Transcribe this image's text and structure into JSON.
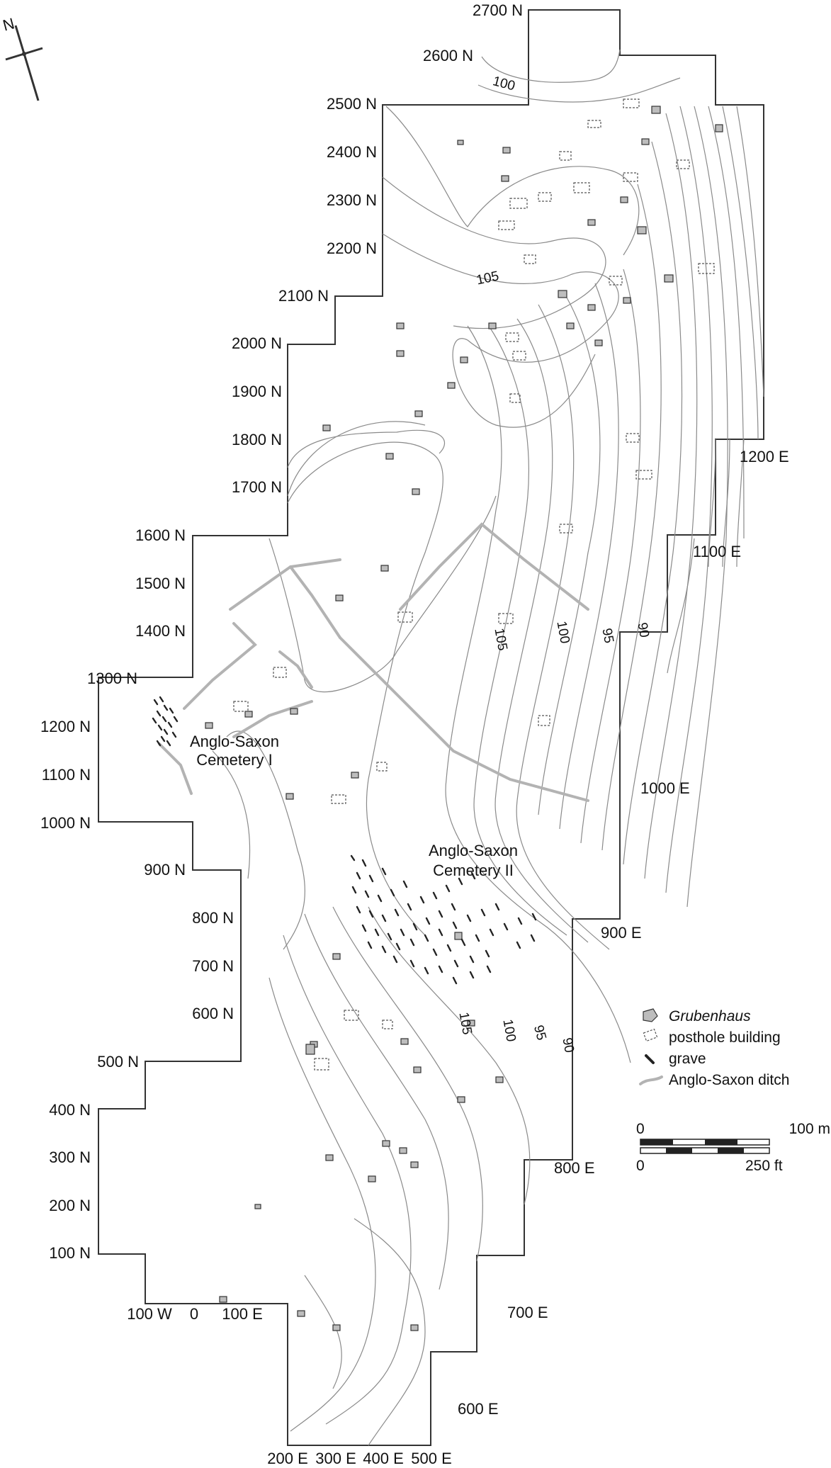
{
  "north_arrow": {
    "label": "N",
    "icon": "north-arrow-icon"
  },
  "grid_labels": {
    "northing": [
      "2700 N",
      "2600 N",
      "2500 N",
      "2400 N",
      "2300 N",
      "2200 N",
      "2100 N",
      "2000 N",
      "1900 N",
      "1800 N",
      "1700 N",
      "1600 N",
      "1500 N",
      "1400 N",
      "1300 N",
      "1200 N",
      "1100 N",
      "1000 N",
      "900 N",
      "800 N",
      "700 N",
      "600 N",
      "500 N",
      "400 N",
      "300 N",
      "200 N",
      "100 N"
    ],
    "easting_bottom": [
      "100 W",
      "0",
      "100 E",
      "200 E",
      "300 E",
      "400 E",
      "500 E"
    ],
    "easting_side": [
      "1200 E",
      "1100 E",
      "1000 E",
      "900 E",
      "800 E",
      "700 E",
      "600 E"
    ]
  },
  "contour_labels": [
    "100",
    "105",
    "105",
    "100",
    "95",
    "90",
    "105",
    "100",
    "95",
    "90"
  ],
  "site_labels": {
    "cemetery_1": [
      "Anglo-Saxon",
      "Cemetery I"
    ],
    "cemetery_2": [
      "Anglo-Saxon",
      "Cemetery II"
    ]
  },
  "legend": [
    {
      "label": "Grubenhaus",
      "icon": "grubenhaus-icon",
      "italic": true
    },
    {
      "label": "posthole building",
      "icon": "posthole-building-icon"
    },
    {
      "label": "grave",
      "icon": "grave-icon"
    },
    {
      "label": "Anglo-Saxon ditch",
      "icon": "ditch-icon"
    }
  ],
  "scale_bars": {
    "metric": {
      "start": "0",
      "end": "100 m"
    },
    "imperial": {
      "start": "0",
      "end": "250 ft"
    }
  },
  "colors": {
    "outline": "#333333",
    "contour": "#8a8a8a",
    "ditch": "#b3b3b3",
    "grave": "#222222",
    "grubenhaus_fill": "#bdbdbd"
  }
}
